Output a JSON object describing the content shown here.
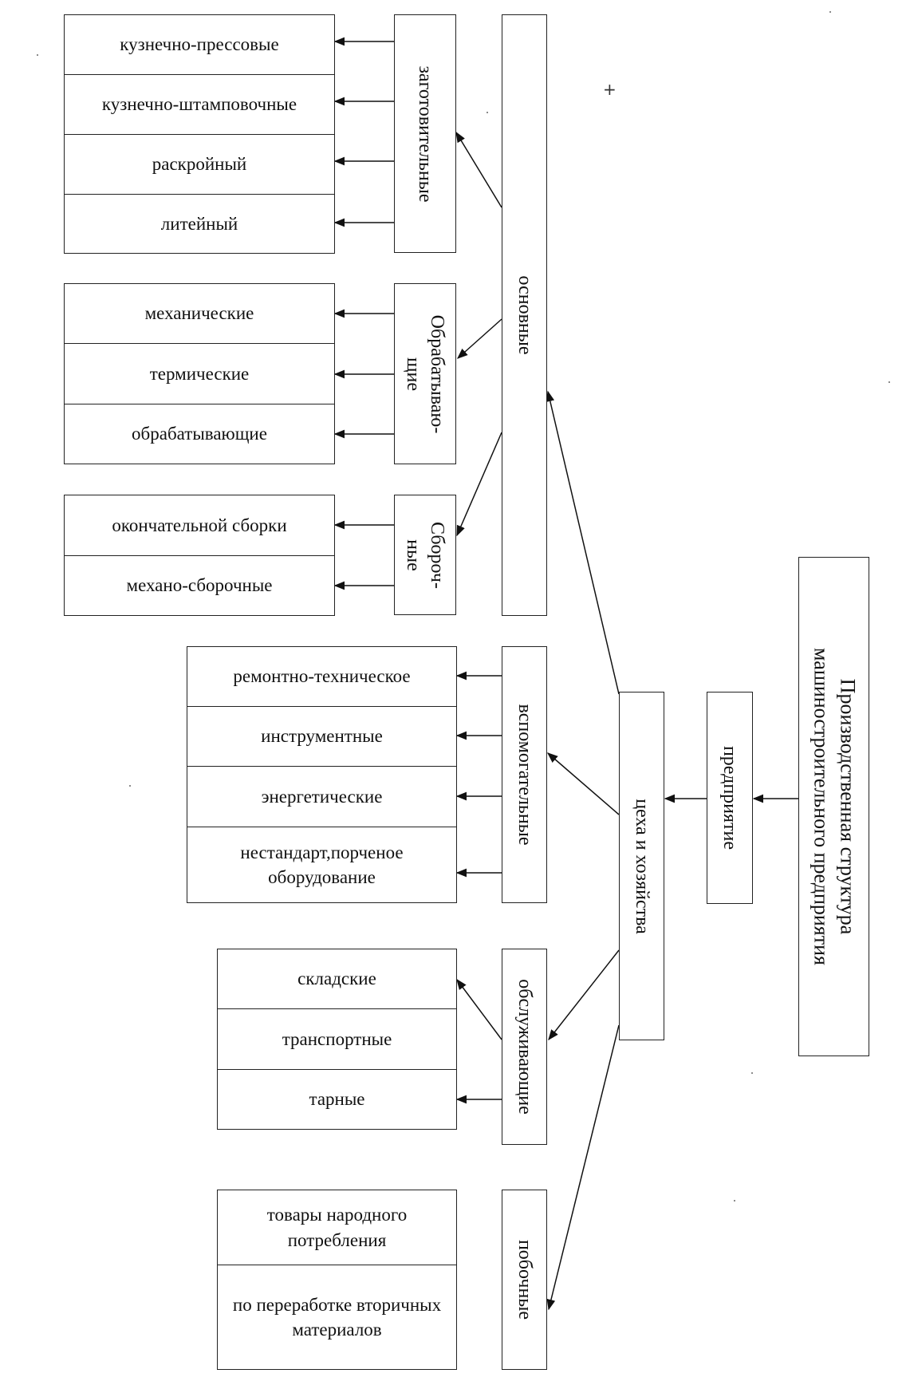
{
  "title": {
    "line1": "Производственная структура",
    "line2": "машиностроительного предприятия"
  },
  "enterprise": "предприятие",
  "departments": "цеха  и хозяйства",
  "main_group": "основные",
  "groups": {
    "procurement": "заготовительные",
    "processing": {
      "line1": "Обрабатываю-",
      "line2": "щие"
    },
    "assembly": {
      "line1": "Сбороч-",
      "line2": "ные"
    },
    "auxiliary": "вспомогательные",
    "service": "обслуживающие",
    "side": "побочные"
  },
  "procurement_items": [
    "кузнечно-прессовые",
    "кузнечно-штамповочные",
    "раскройный",
    "литейный"
  ],
  "processing_items": [
    "механические",
    "термические",
    "обрабатывающие"
  ],
  "assembly_items": [
    "окончательной сборки",
    "механо-сборочные"
  ],
  "auxiliary_items": [
    "ремонтно-техническое",
    "инструментные",
    "энергетические",
    "нестандарт,порченое оборудование"
  ],
  "service_items": [
    "складские",
    "транспортные",
    "тарные"
  ],
  "side_items": [
    "товары народного потребления",
    "по переработке вторичных материалов"
  ],
  "marks": {
    "plus": "+"
  }
}
